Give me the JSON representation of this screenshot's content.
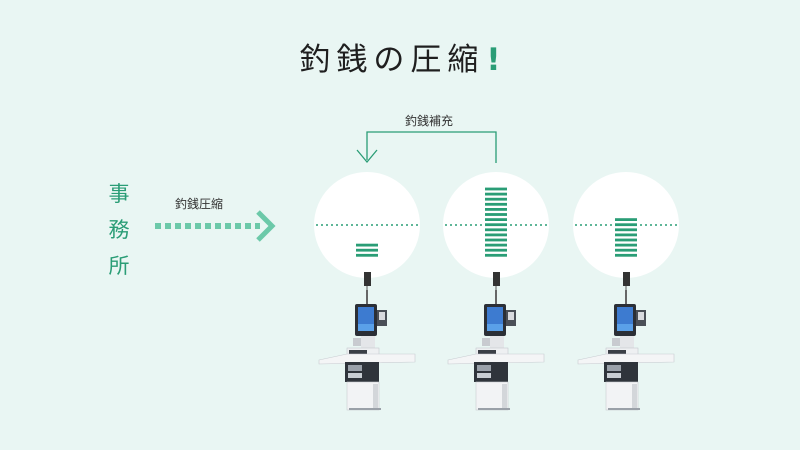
{
  "title": {
    "text": "釣銭の圧縮",
    "mark": "!"
  },
  "office": {
    "chars": [
      "事",
      "務",
      "所"
    ]
  },
  "flow": {
    "compress_label": "釣銭圧縮",
    "supply_label": "釣銭補充"
  },
  "colors": {
    "accent": "#2a9d76",
    "background": "#e9f6f3",
    "dotted_arrow": "#6cc9a9"
  },
  "machines": [
    {
      "name": "register-1",
      "coin_level": "low",
      "bars": 3
    },
    {
      "name": "register-2",
      "coin_level": "high",
      "bars": 14
    },
    {
      "name": "register-3",
      "coin_level": "mid",
      "bars": 8
    }
  ]
}
